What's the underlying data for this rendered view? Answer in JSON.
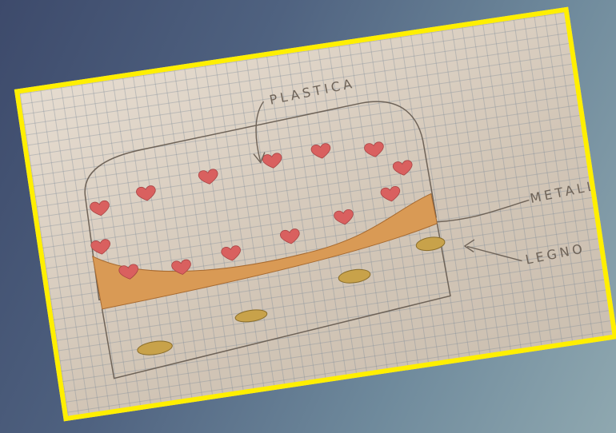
{
  "labels": {
    "plastic": "PLASTICA",
    "metal": "METALL",
    "wood": "LEGNO"
  },
  "colors": {
    "frame": "#ffef00",
    "hearts": "#d9605f",
    "metal_fill": "#d99a55",
    "wood_spots": "#c8a24a",
    "pencil": "#6e6358"
  }
}
